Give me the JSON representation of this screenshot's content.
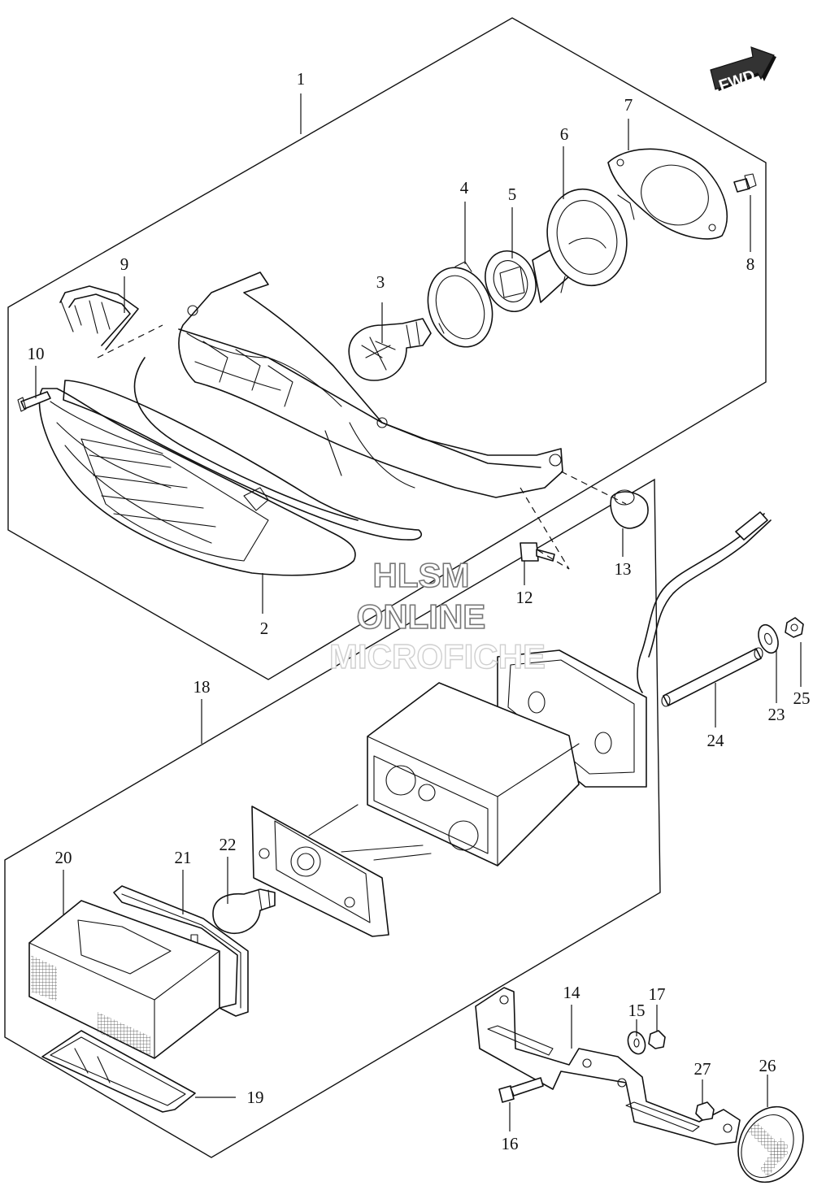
{
  "direction_badge": {
    "label": "FWD"
  },
  "watermark": {
    "line1": "HLSM",
    "line2": "ONLINE",
    "line3": "MICROFICHE"
  },
  "part_numbers": [
    {
      "id": "1",
      "label": "1"
    },
    {
      "id": "2",
      "label": "2"
    },
    {
      "id": "3",
      "label": "3"
    },
    {
      "id": "4",
      "label": "4"
    },
    {
      "id": "5",
      "label": "5"
    },
    {
      "id": "6",
      "label": "6"
    },
    {
      "id": "7",
      "label": "7"
    },
    {
      "id": "8",
      "label": "8"
    },
    {
      "id": "9",
      "label": "9"
    },
    {
      "id": "10",
      "label": "10"
    },
    {
      "id": "12",
      "label": "12"
    },
    {
      "id": "13",
      "label": "13"
    },
    {
      "id": "14",
      "label": "14"
    },
    {
      "id": "15",
      "label": "15"
    },
    {
      "id": "16",
      "label": "16"
    },
    {
      "id": "17",
      "label": "17"
    },
    {
      "id": "18",
      "label": "18"
    },
    {
      "id": "19",
      "label": "19"
    },
    {
      "id": "20",
      "label": "20"
    },
    {
      "id": "21",
      "label": "21"
    },
    {
      "id": "22",
      "label": "22"
    },
    {
      "id": "23",
      "label": "23"
    },
    {
      "id": "24",
      "label": "24"
    },
    {
      "id": "25",
      "label": "25"
    },
    {
      "id": "26",
      "label": "26"
    },
    {
      "id": "27",
      "label": "27"
    }
  ],
  "icons": {
    "direction": "fwd-arrow-icon"
  }
}
